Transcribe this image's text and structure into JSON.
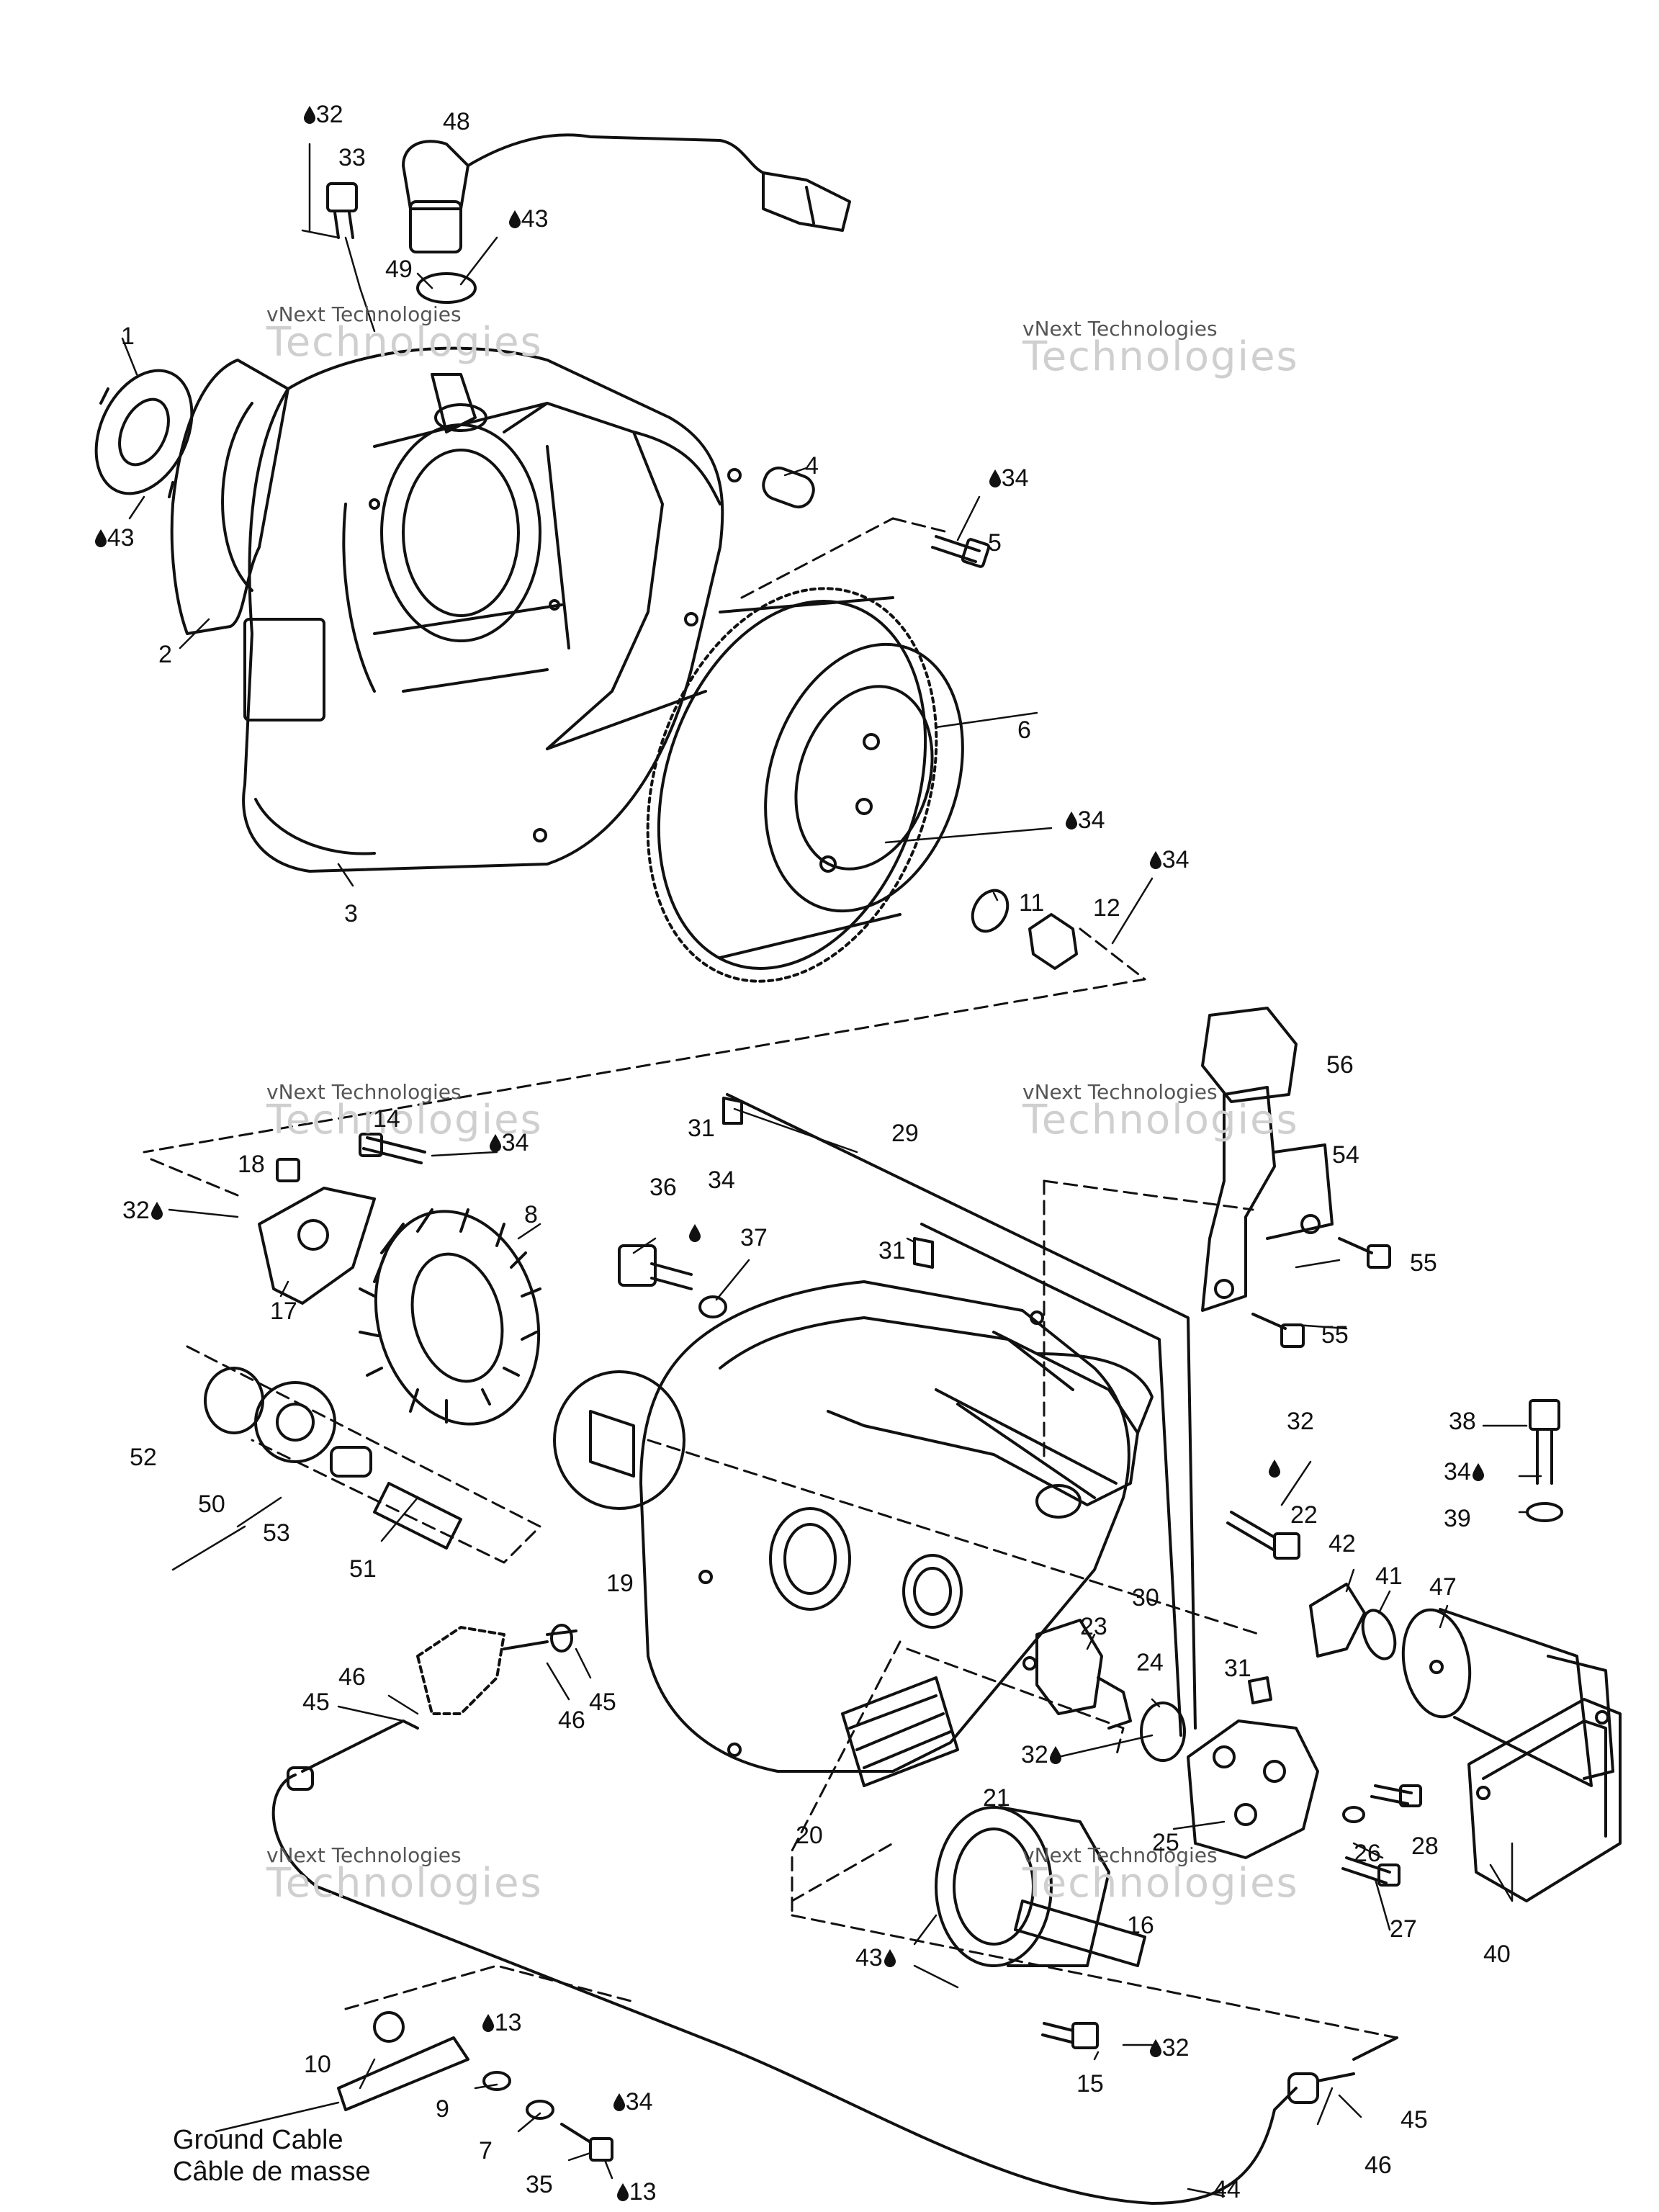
{
  "watermark": {
    "line1": "vNext Technologies",
    "line2": "Technologies"
  },
  "caption": {
    "en": "Ground Cable",
    "fr": "Câble de masse"
  },
  "labels": {
    "p1": "1",
    "p2": "2",
    "p3": "3",
    "p4": "4",
    "p5": "5",
    "p6": "6",
    "p7": "7",
    "p8": "8",
    "p9": "9",
    "p10": "10",
    "p11": "11",
    "p12": "12",
    "p13": "13",
    "p14": "14",
    "p15": "15",
    "p16": "16",
    "p17": "17",
    "p18": "18",
    "p19": "19",
    "p20": "20",
    "p21": "21",
    "p22": "22",
    "p23": "23",
    "p24": "24",
    "p25": "25",
    "p26": "26",
    "p27": "27",
    "p28": "28",
    "p29": "29",
    "p30": "30",
    "p31": "31",
    "p32": "32",
    "p33": "33",
    "p34": "34",
    "p35": "35",
    "p36": "36",
    "p37": "37",
    "p38": "38",
    "p39": "39",
    "p40": "40",
    "p41": "41",
    "p42": "42",
    "p43": "43",
    "p44": "44",
    "p45": "45",
    "p46": "46",
    "p47": "47",
    "p48": "48",
    "p49": "49",
    "p50": "50",
    "p51": "51",
    "p52": "52",
    "p53": "53",
    "p54": "54",
    "p55": "55",
    "p56": "56"
  },
  "colors": {
    "ink": "#111111",
    "watermark": "#cfcfcf"
  },
  "icons": {
    "lubricant": "drop-icon"
  }
}
